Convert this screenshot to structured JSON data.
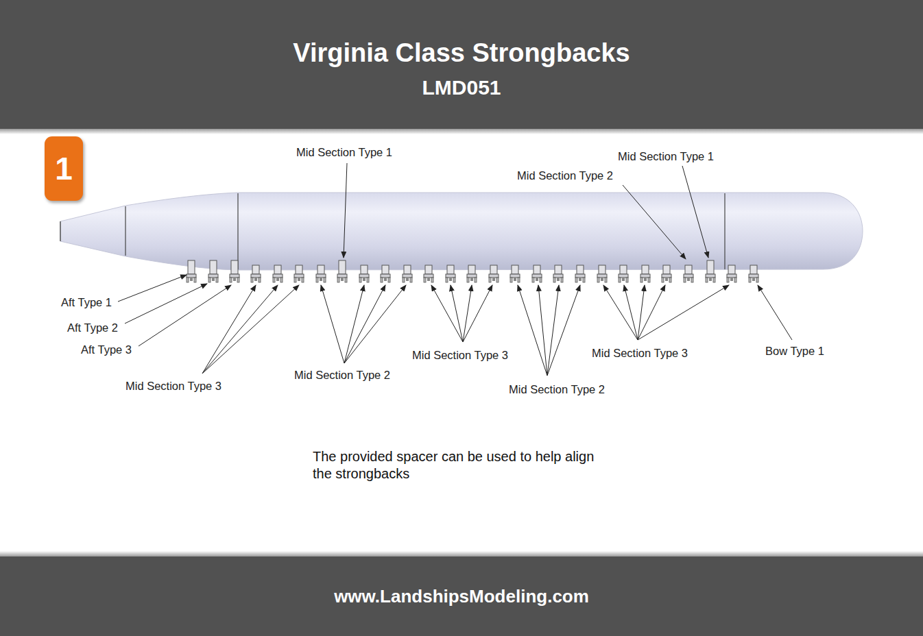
{
  "diagram": {
    "title": "Virginia Class Strongbacks",
    "nodes": [
      {
        "text": [
          "1"
        ]
      },
      {
        "text": [
          "www.LandshipsModeling.com"
        ]
      }
    ],
    "labels": [
      "LMD051",
      "Mid Section Type 1",
      "Mid Section Type 1",
      "Mid Section Type 2",
      "Aft Type 1",
      "Aft Type 2",
      "Aft Type 3",
      "Mid Section Type 3",
      "Mid Section Type 2",
      "Mid Section Type 3",
      "Mid Section Type 2",
      "Mid Section Type 3",
      "Bow Type 1",
      "The provided spacer can be used to help align the strongbacks"
    ]
  }
}
